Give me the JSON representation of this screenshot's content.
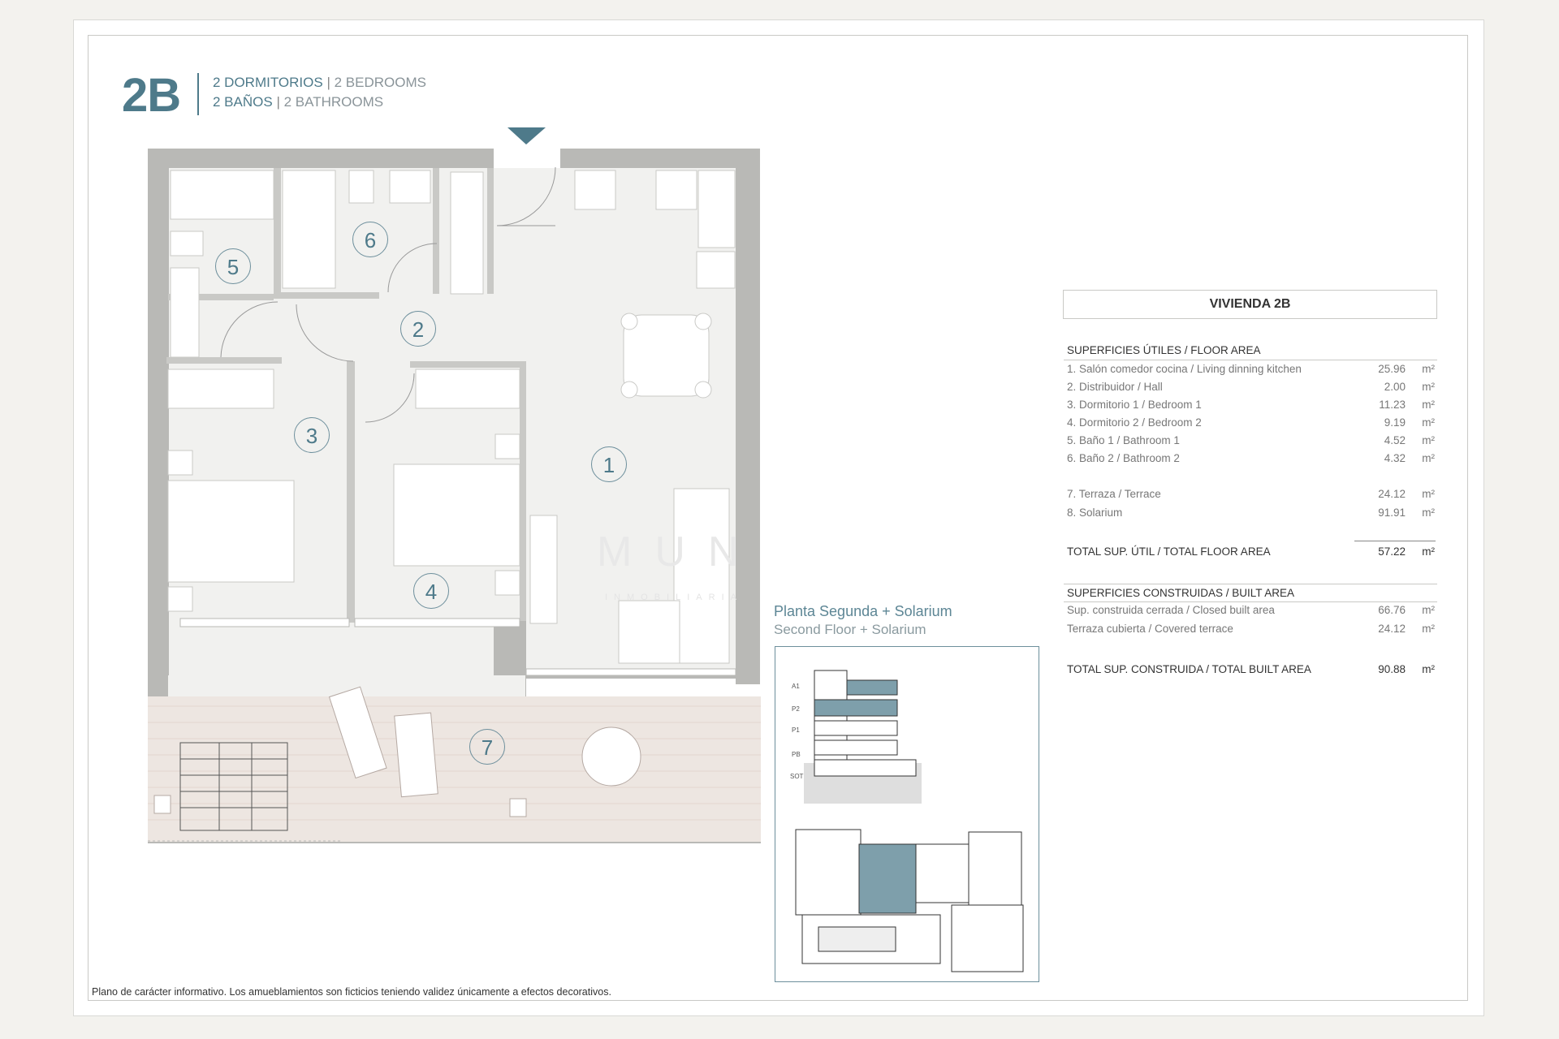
{
  "header": {
    "unit_code": "2B",
    "line1_es": "2 DORMITORIOS",
    "line1_sep": "|",
    "line1_en": "2 BEDROOMS",
    "line2_es": "2 BAÑOS",
    "line2_sep": "|",
    "line2_en": "2 BATHROOMS"
  },
  "plan": {
    "room_numbers": [
      "1",
      "2",
      "3",
      "4",
      "5",
      "6",
      "7"
    ],
    "watermark": "MUN",
    "watermark_sub": "INMOBILIARIA"
  },
  "key_plan": {
    "caption_es": "Planta Segunda + Solarium",
    "caption_en": "Second Floor + Solarium",
    "levels": [
      "A1",
      "P2",
      "P1",
      "PB",
      "SOT"
    ]
  },
  "table": {
    "title": "VIVIENDA 2B",
    "floor_area_heading": "SUPERFICIES ÚTILES / FLOOR AREA",
    "floor_area_rows": [
      {
        "label": "1. Salón comedor cocina / Living dinning kitchen",
        "value": "25.96",
        "unit": "m²"
      },
      {
        "label": "2. Distribuidor / Hall",
        "value": "2.00",
        "unit": "m²"
      },
      {
        "label": "3. Dormitorio 1 / Bedroom 1",
        "value": "11.23",
        "unit": "m²"
      },
      {
        "label": "4. Dormitorio 2 / Bedroom 2",
        "value": "9.19",
        "unit": "m²"
      },
      {
        "label": "5. Baño 1 / Bathroom 1",
        "value": "4.52",
        "unit": "m²"
      },
      {
        "label": "6. Baño 2 / Bathroom 2",
        "value": "4.32",
        "unit": "m²"
      },
      {
        "label": "7. Terraza / Terrace",
        "value": "24.12",
        "unit": "m²"
      },
      {
        "label": "8. Solarium",
        "value": "91.91",
        "unit": "m²"
      }
    ],
    "total_floor": {
      "label": "TOTAL SUP. ÚTIL / TOTAL FLOOR AREA",
      "value": "57.22",
      "unit": "m²"
    },
    "built_area_heading": "SUPERFICIES CONSTRUIDAS / BUILT AREA",
    "built_area_rows": [
      {
        "label": "Sup. construida cerrada / Closed built area",
        "value": "66.76",
        "unit": "m²"
      },
      {
        "label": "Terraza cubierta / Covered terrace",
        "value": "24.12",
        "unit": "m²"
      }
    ],
    "total_built": {
      "label": "TOTAL SUP. CONSTRUIDA / TOTAL BUILT AREA",
      "value": "90.88",
      "unit": "m²"
    }
  },
  "footnote": "Plano de carácter informativo. Los amueblamientos son ficticios teniendo validez únicamente a efectos decorativos.",
  "colors": {
    "accent": "#4e7a8a",
    "wall": "#b9b9b6",
    "floor": "#f1f1ef",
    "terrace": "#ede6e1",
    "highlight": "#7e9fab"
  }
}
